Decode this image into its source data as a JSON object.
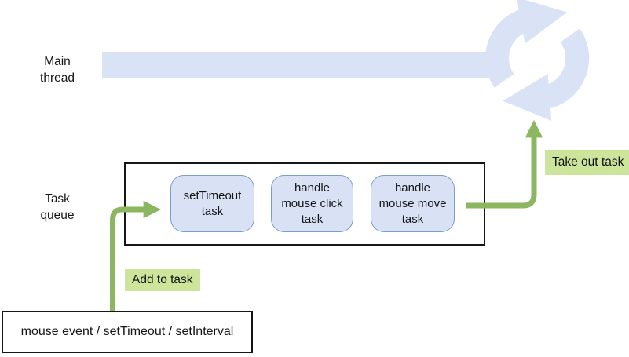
{
  "diagram": {
    "title_context": "event-loop-task-queue-diagram",
    "main_thread_label": "Main thread",
    "task_queue_label": "Task queue",
    "tasks": [
      {
        "lines": [
          "setTimeout",
          "task"
        ]
      },
      {
        "lines": [
          "handle",
          "mouse click",
          "task"
        ]
      },
      {
        "lines": [
          "handle",
          "mouse move",
          "task"
        ]
      }
    ],
    "annotations": {
      "add_to_task": "Add to task",
      "take_out_task": "Take out task"
    },
    "event_sources_label": "mouse event / setTimeout / setInterval",
    "icons": {
      "event_loop": "circular-refresh-arrows-icon"
    },
    "colors": {
      "thread_bar": "#dae3f6",
      "loop_icon": "#dae3f6",
      "task_fill": "#d9e2f4",
      "task_border": "#7f9bc7",
      "arrow_green": "#8cb65f",
      "annotation_bg": "#cde49b",
      "outline_black": "#161616",
      "text": "#151515"
    }
  }
}
